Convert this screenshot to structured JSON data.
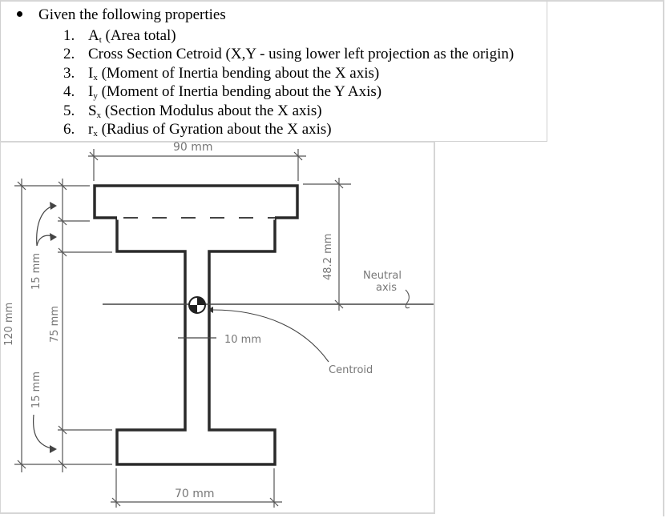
{
  "intro": {
    "bullet_text": "Given the following properties"
  },
  "properties": [
    {
      "number": "1.",
      "symbol": "A",
      "subscript": "t",
      "description": " (Area total)"
    },
    {
      "number": "2.",
      "symbol": "",
      "subscript": "",
      "description": "Cross Section Cetroid (X,Y - using lower left projection as the origin)"
    },
    {
      "number": "3.",
      "symbol": "I",
      "subscript": "x",
      "description": " (Moment of Inertia bending about the X axis)"
    },
    {
      "number": "4.",
      "symbol": "I",
      "subscript": "y",
      "description": " (Moment of Inertia bending about the Y Axis)"
    },
    {
      "number": "5.",
      "symbol": "S",
      "subscript": "x",
      "description": " (Section Modulus about the X axis)"
    },
    {
      "number": "6.",
      "symbol": "r",
      "subscript": "x",
      "description": " (Radius of Gyration about the X axis)"
    }
  ],
  "diagram": {
    "top_width_label": "90 mm",
    "bottom_width_label": "70 mm",
    "web_width_label": "10 mm",
    "total_height_label": "120 mm",
    "top_flange_label": "15 mm",
    "web_height_label": "75 mm",
    "bottom_flange_label": "15 mm",
    "centroid_distance_label": "48.2 mm",
    "neutral_axis_label_line1": "Neutral",
    "neutral_axis_label_line2": "axis",
    "centroid_label": "Centroid"
  }
}
